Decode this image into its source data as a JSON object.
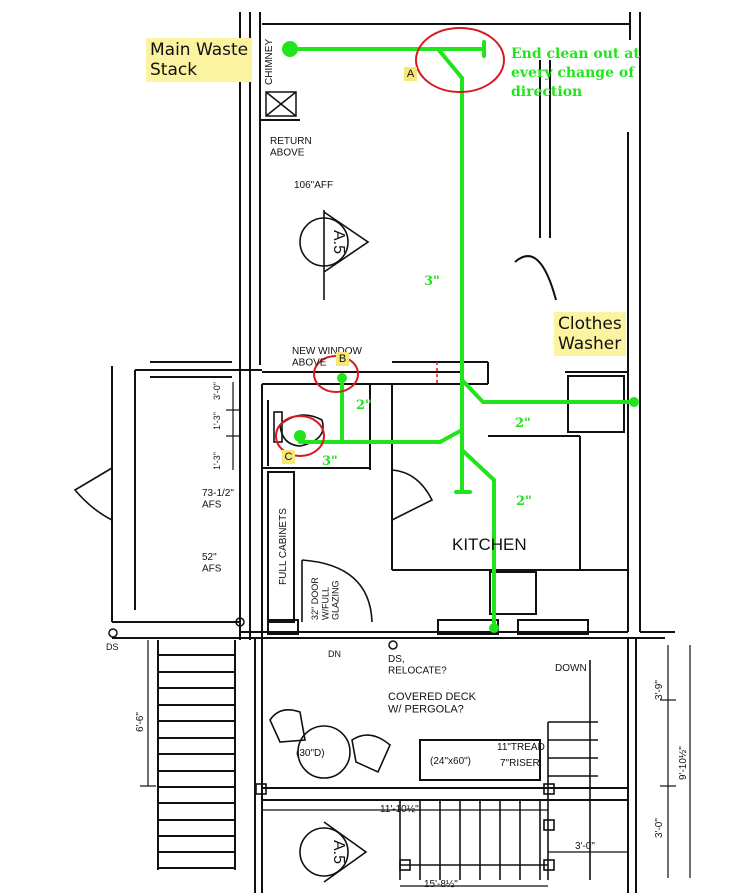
{
  "callouts": {
    "main_waste_stack": "Main Waste\nStack",
    "clothes_washer": "Clothes\nWasher",
    "clean_out_note": "End clean out at\nevery change of\ndirection"
  },
  "markers": {
    "a": "A",
    "b": "B",
    "c": "C"
  },
  "pipe_sizes": {
    "main": "3\"",
    "b_branch": "2\"",
    "c_branch": "3\"",
    "washer_branch": "2\"",
    "kitchen_branch": "2\""
  },
  "plan_labels": {
    "chimney": "CHIMNEY",
    "return_above": "RETURN\nABOVE",
    "aff_106": "106\"AFF",
    "new_window_above": "NEW WINDOW\nABOVE",
    "afs_73": "73-1/2\"\nAFS",
    "afs_52": "52\"\nAFS",
    "full_cabinets": "FULL CABINETS",
    "door_32": "32\" DOOR\nW/FULL\nGLAZING",
    "kitchen": "KITCHEN",
    "ds_left": "DS",
    "dn": "DN",
    "ds_relocate": "DS,\nRELOCATE?",
    "down": "DOWN",
    "covered_deck": "COVERED DECK\nW/ PERGOLA?",
    "table_30d": "(30\"D)",
    "table_24x60": "(24\"x60\")",
    "tread": "11\"TREAD",
    "riser": "7\"RISER",
    "section_tag": "A.5",
    "dim_6_6": "6'-6\"",
    "dim_3_9": "3'-9\"",
    "dim_9_10": "9'-10½\"",
    "dim_3_0_right": "3'-0\"",
    "dim_11_10": "11'-10½\"",
    "dim_3_0_bottom": "3'-0\"",
    "dim_15_8": "15'-8½\"",
    "dim_1_3_a": "1'-3\"",
    "dim_1_3_b": "1'-3\"",
    "dim_3_0_small": "3'-0\""
  },
  "colors": {
    "pipe": "#22e41c",
    "highlight": "#fbf3a0",
    "marker": "#f7e67a",
    "ring": "#d71920"
  }
}
